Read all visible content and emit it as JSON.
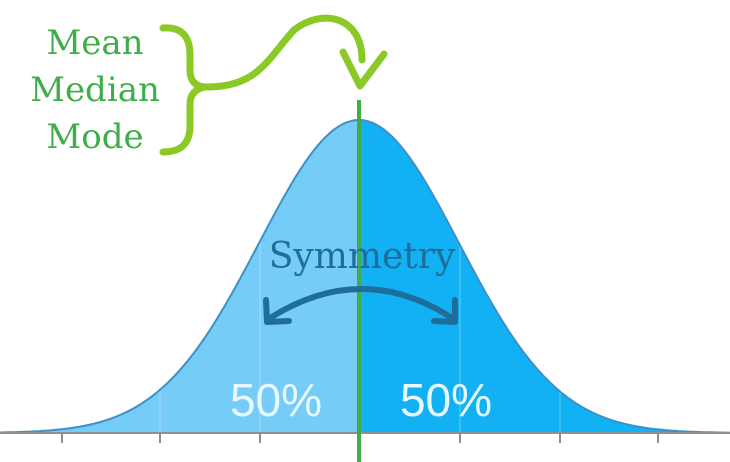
{
  "labels": {
    "stats": [
      "Mean",
      "Median",
      "Mode"
    ],
    "symmetry": "Symmetry",
    "left_percent": "50%",
    "right_percent": "50%"
  },
  "colors": {
    "green": "#8ac926",
    "green_line": "#3fae49",
    "left_fill": "#75ccf6",
    "right_fill": "#12b1f3",
    "outline": "#3e90c6",
    "symmetry_arrow": "#1f6d9a",
    "percent_text": "#e9f7ff",
    "axis": "#8f8f8f"
  }
}
